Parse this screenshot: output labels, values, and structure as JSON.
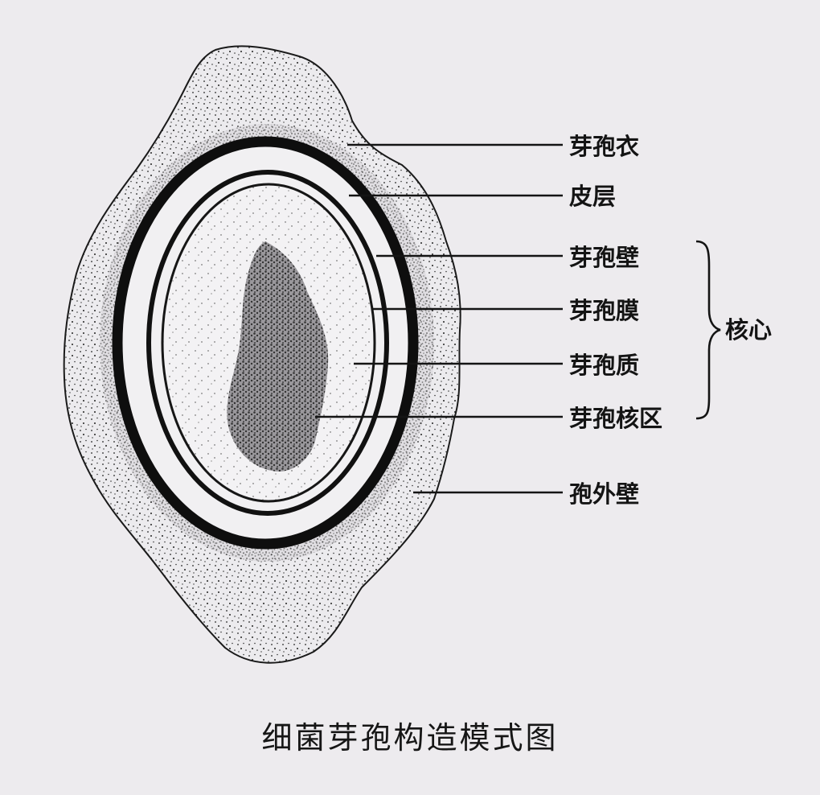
{
  "figure": {
    "caption": "细菌芽孢构造模式图",
    "labels": {
      "coat": "芽孢衣",
      "cortex": "皮层",
      "spore_wall": "芽孢壁",
      "spore_membrane": "芽孢膜",
      "cytoplasm": "芽孢质",
      "nucleoid": "芽孢核区",
      "exosporium": "孢外壁"
    },
    "bracket_label": "核心"
  },
  "colors": {
    "background": "#edebee",
    "ink": "#141414"
  }
}
